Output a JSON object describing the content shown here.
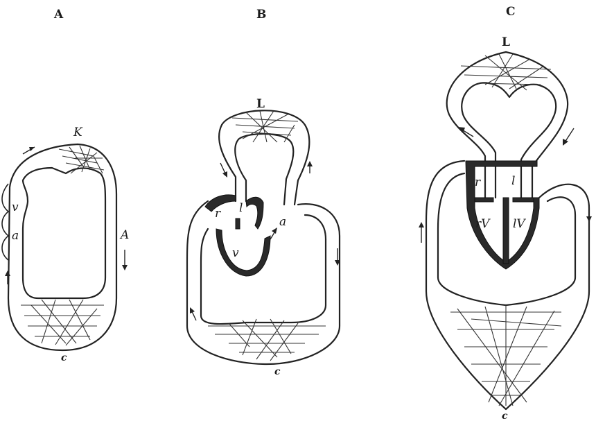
{
  "diagrams": [
    {
      "heading": "A",
      "labels": {
        "ventricle": "v",
        "atrium": "a",
        "organ_top": "K",
        "artery": "A",
        "capillaries": "c"
      }
    },
    {
      "heading": "B",
      "labels": {
        "lung": "L",
        "right_atrium": "r",
        "left_atrium": "l",
        "ventricle": "v",
        "artery": "a",
        "capillaries": "c"
      }
    },
    {
      "heading": "C",
      "labels": {
        "lung": "L",
        "right_atrium": "r",
        "left_atrium": "l",
        "right_ventricle": "rV",
        "left_ventricle": "lV",
        "capillaries": "c"
      }
    }
  ]
}
